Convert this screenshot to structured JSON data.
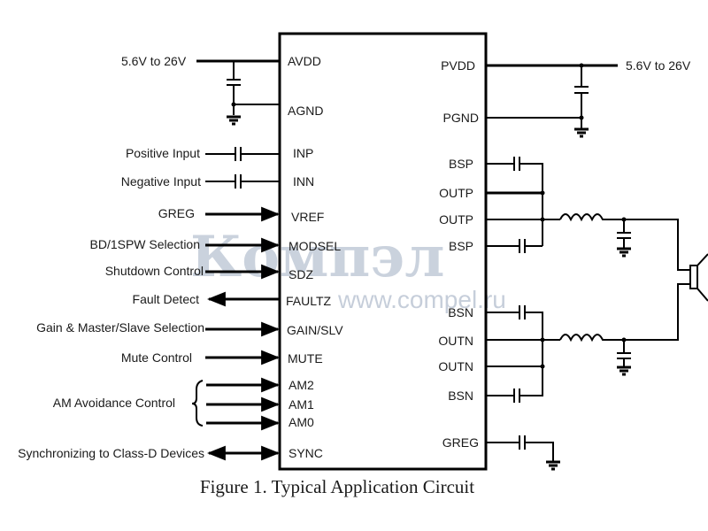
{
  "watermark": {
    "brand": "Компэл",
    "url": "www.compel.ru"
  },
  "supply_left": "5.6V to 26V",
  "supply_right": "5.6V to 26V",
  "left_pins": {
    "avdd": "AVDD",
    "agnd": "AGND",
    "inp": "INP",
    "inn": "INN",
    "vref": "VREF",
    "modsel": "MODSEL",
    "sdz": "SDZ",
    "faultz": "FAULTZ",
    "gain_slv": "GAIN/SLV",
    "mute": "MUTE",
    "am2": "AM2",
    "am1": "AM1",
    "am0": "AM0",
    "sync": "SYNC"
  },
  "right_pins": {
    "pvdd": "PVDD",
    "pgnd": "PGND",
    "bsp1": "BSP",
    "outp1": "OUTP",
    "outp2": "OUTP",
    "bsp2": "BSP",
    "bsn1": "BSN",
    "outn1": "OUTN",
    "outn2": "OUTN",
    "bsn2": "BSN",
    "greg": "GREG"
  },
  "signals": {
    "positive_input": "Positive Input",
    "negative_input": "Negative Input",
    "greg": "GREG",
    "bd_selection": "BD/1SPW  Selection",
    "shutdown": "Shutdown Control",
    "fault": "Fault Detect",
    "gain": "Gain & Master/Slave Selection",
    "mute": "Mute Control",
    "am": "AM Avoidance Control",
    "sync": "Synchronizing to Class-D Devices"
  },
  "caption": "Figure 1. Typical Application Circuit"
}
